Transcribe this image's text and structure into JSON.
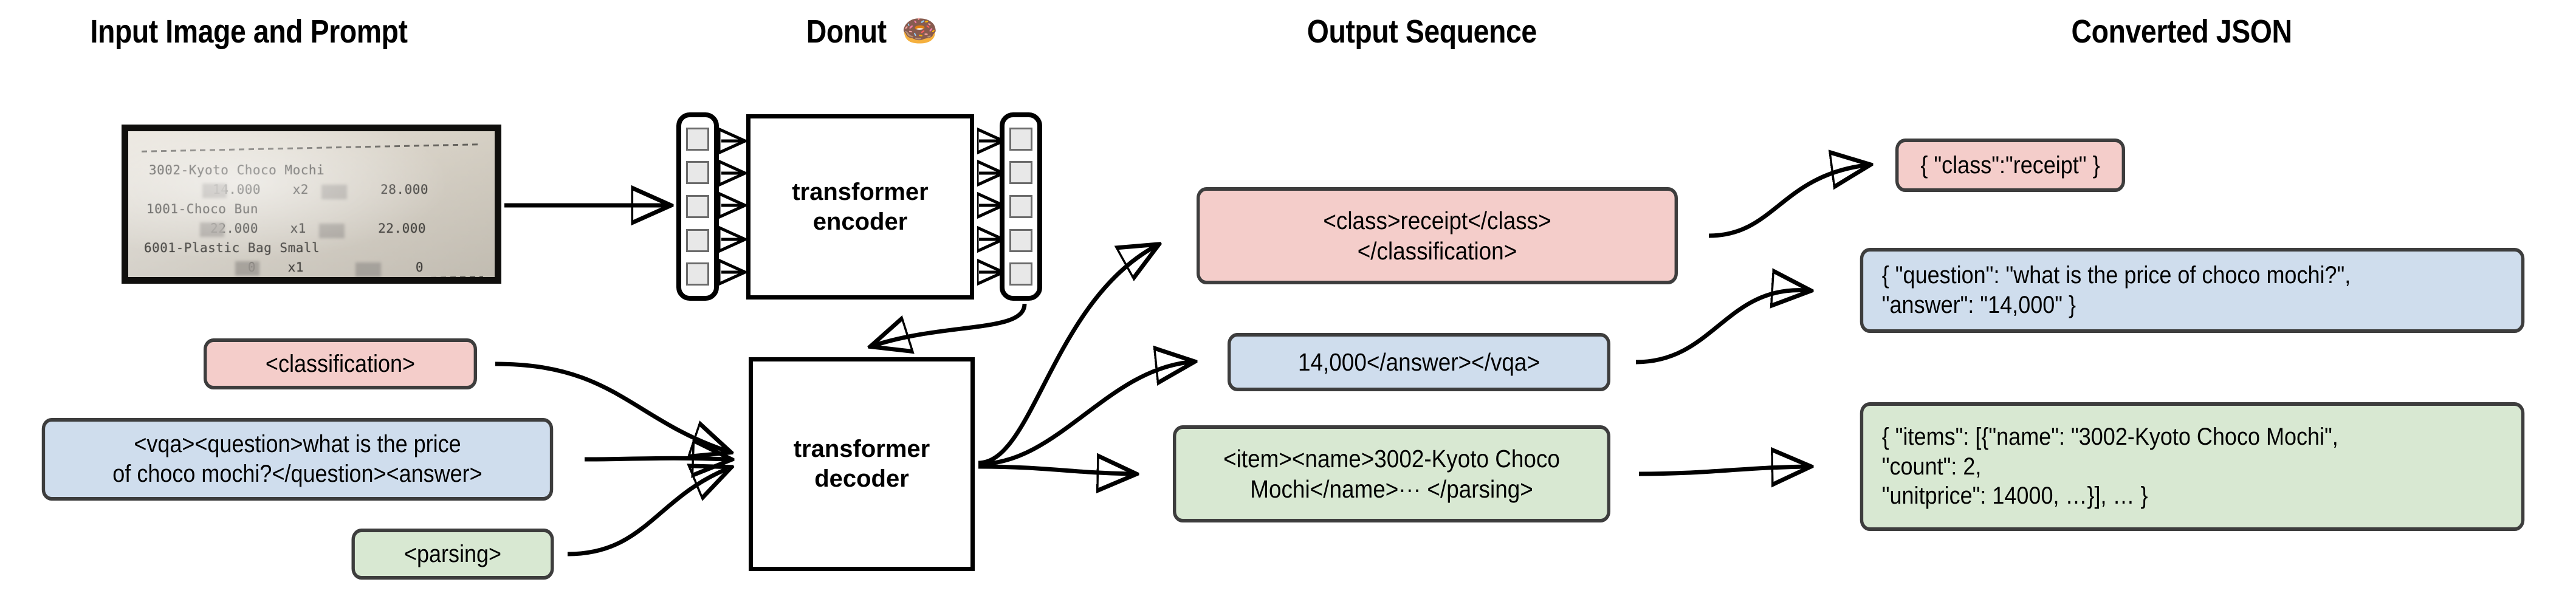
{
  "headings": {
    "input": "Input Image and Prompt",
    "model": "Donut",
    "model_emoji": "🍩",
    "output": "Output Sequence",
    "json": "Converted JSON"
  },
  "receipt": {
    "lines": [
      "3002-Kyoto Choco Mochi",
      "        14.000    x2         28.000",
      "1001-Choco Bun",
      "        22.000    x1         22.000",
      "6001-Plastic Bag Small",
      "             0    x1              0"
    ],
    "items": [
      {
        "code": "3002",
        "name": "Kyoto Choco Mochi",
        "unit_price": "14.000",
        "count": "x2",
        "total": "28.000"
      },
      {
        "code": "1001",
        "name": "Choco Bun",
        "unit_price": "22.000",
        "count": "x1",
        "total": "22.000"
      },
      {
        "code": "6001",
        "name": "Plastic Bag Small",
        "unit_price": "0",
        "count": "x1",
        "total": "0"
      }
    ]
  },
  "model": {
    "encoder_label": "transformer\nencoder",
    "decoder_label": "transformer\ndecoder",
    "encoder_input_tokens": 5,
    "encoder_output_tokens": 5
  },
  "prompts": {
    "classification": "<classification>",
    "vqa": "<vqa><question>what is the price\nof choco mochi?</question><answer>",
    "parsing": "<parsing>"
  },
  "outputs": {
    "classification": "<class>receipt</class>\n</classification>",
    "vqa": "14,000</answer></vqa>",
    "parsing": "<item><name>3002-Kyoto Choco\nMochi</name>··· </parsing>"
  },
  "json_outputs": {
    "classification": "{ \"class\":\"receipt\" }",
    "vqa": "{ \"question\": \"what is the price of choco mochi?\",\n    \"answer\": \"14,000\" }",
    "parsing": "{ \"items\": [{\"name\": \"3002-Kyoto Choco Mochi\",\n      \"count\": 2,\n      \"unitprice\": 14000, …}], … }"
  },
  "colors": {
    "classification": "#f4cdca",
    "vqa": "#cfdded",
    "parsing": "#d8e8d2",
    "box_border": "#3d3d3d",
    "model_border": "#000000"
  }
}
